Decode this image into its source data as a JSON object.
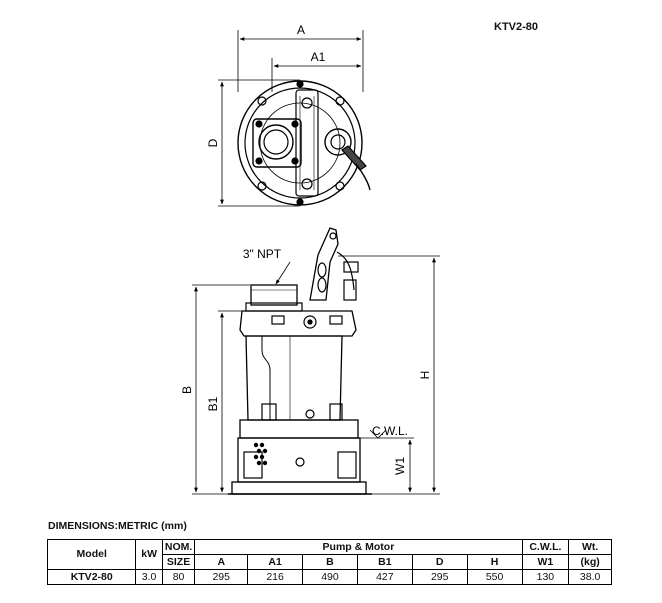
{
  "drawing": {
    "model_code": "KTV2-80",
    "labels": {
      "A": "A",
      "A1": "A1",
      "D": "D",
      "npt": "3\" NPT",
      "B": "B",
      "B1": "B1",
      "H": "H",
      "cwl": "C.W.L.",
      "W1": "W1"
    }
  },
  "dimensions": {
    "title": "DIMENSIONS:METRIC (mm)",
    "header_row1": {
      "model": "Model",
      "kw": "kW",
      "nom": "NOM.",
      "pump_motor": "Pump & Motor",
      "cwl": "C.W.L.",
      "wt": "Wt."
    },
    "header_row2": {
      "size": "SIZE",
      "cols": [
        "A",
        "A1",
        "B",
        "B1",
        "D",
        "H"
      ],
      "w1": "W1",
      "kg": "(kg)"
    },
    "row": {
      "model": "KTV2-80",
      "kw": "3.0",
      "size": "80",
      "values": [
        "295",
        "216",
        "490",
        "427",
        "295",
        "550"
      ],
      "w1": "130",
      "wt": "38.0"
    }
  }
}
